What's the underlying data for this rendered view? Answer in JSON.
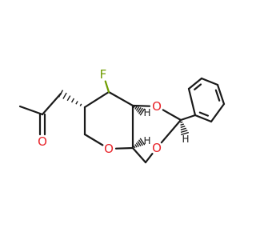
{
  "molecule": {
    "atoms": {
      "F": {
        "label": "F",
        "color": "#6f9c00"
      },
      "O_ring_top": {
        "label": "O",
        "color": "#e8242a"
      },
      "O_ring_bottom": {
        "label": "O",
        "color": "#e8242a"
      },
      "O_pyran": {
        "label": "O",
        "color": "#e8242a"
      },
      "O_ketone": {
        "label": "O",
        "color": "#e8242a"
      },
      "H_top": {
        "label": "H",
        "color": "#1a1a1a"
      },
      "H_bottom": {
        "label": "H",
        "color": "#1a1a1a"
      },
      "H_acetal": {
        "label": "H",
        "color": "#1a1a1a"
      }
    }
  }
}
